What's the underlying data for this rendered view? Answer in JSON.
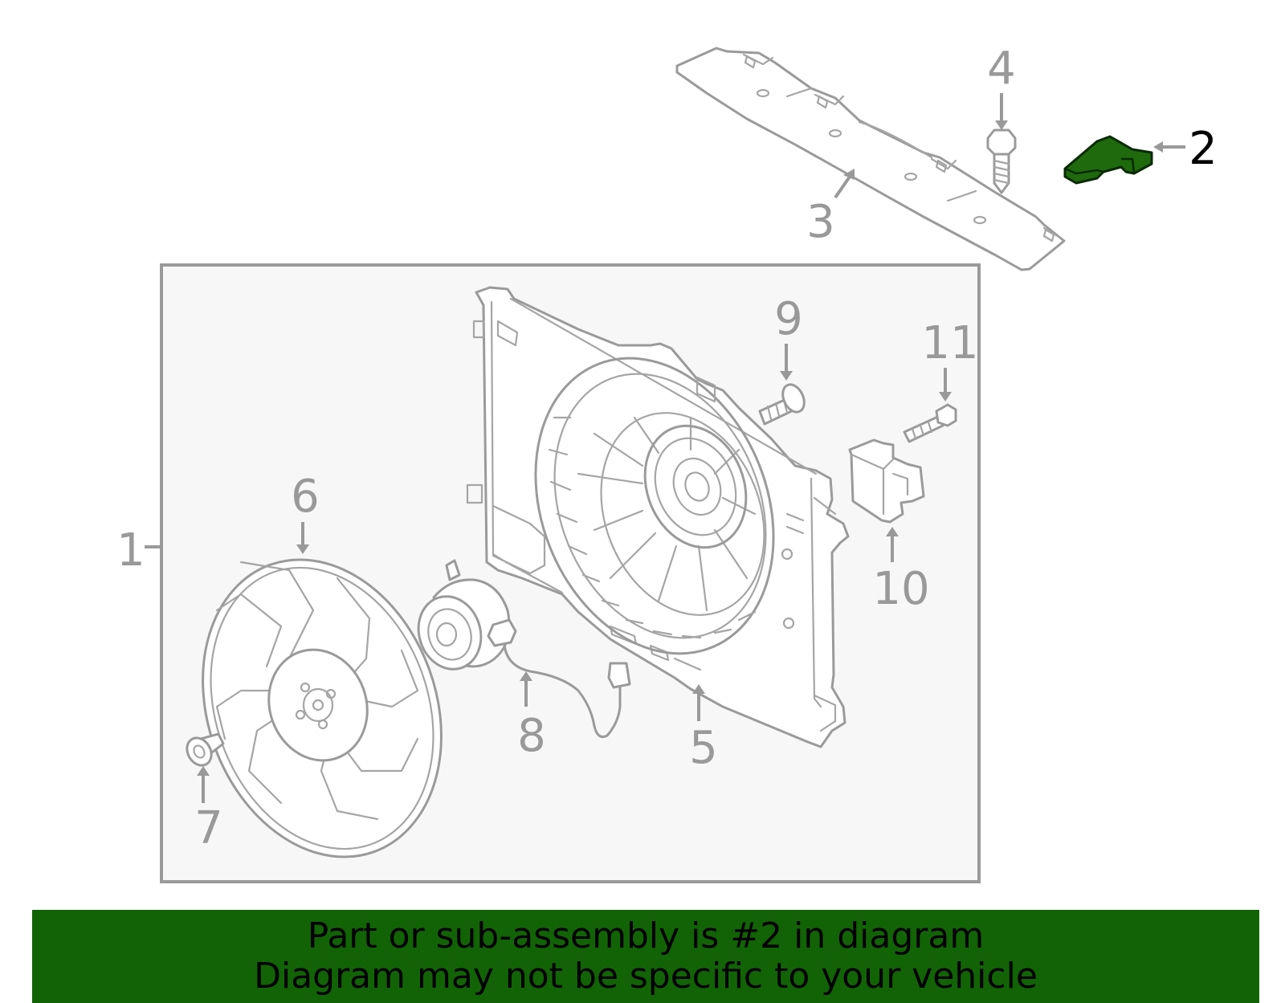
{
  "diagram": {
    "callouts": [
      "1",
      "2",
      "3",
      "4",
      "5",
      "6",
      "7",
      "8",
      "9",
      "10",
      "11"
    ],
    "highlighted_part": "2",
    "highlight_color": "#1f6a0c",
    "banner_color": "#126306"
  },
  "banner": {
    "line1": "Part or sub-assembly is #2 in diagram",
    "line2": "Diagram may not be specific to your vehicle"
  }
}
